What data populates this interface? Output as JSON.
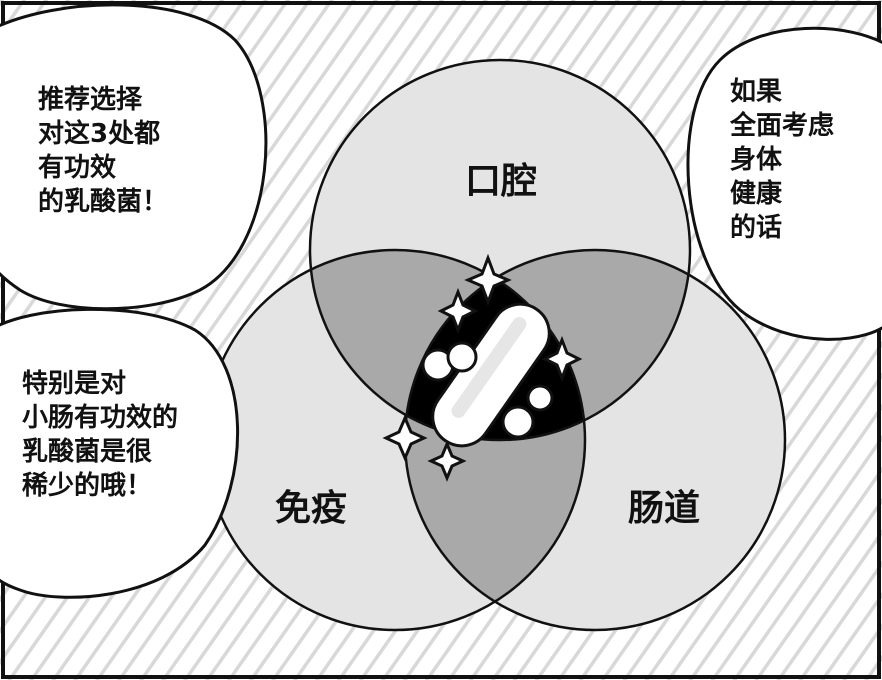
{
  "diagram": {
    "type": "venn",
    "sets": [
      {
        "id": "oral",
        "label": "口腔"
      },
      {
        "id": "immune",
        "label": "免疫"
      },
      {
        "id": "intestine",
        "label": "肠道"
      }
    ]
  },
  "bubbles": {
    "top_left": [
      "推荐选择",
      "对这3处都",
      "有功效",
      "的乳酸菌！"
    ],
    "top_right": [
      "如果",
      "全面考虑",
      "身体",
      "健康",
      "的话"
    ],
    "bottom_left": [
      "特别是对",
      "小肠有功效的",
      "乳酸菌是很",
      "稀少的哦！"
    ]
  },
  "colors": {
    "background": "#ffffff",
    "circle_fill": "#e4e4e4",
    "pair_overlap_fill": "#a9a9a9",
    "center_fill": "#000000",
    "ink": "#111111"
  },
  "icons": [
    "lactobacillus-icon",
    "sparkle-icon"
  ]
}
